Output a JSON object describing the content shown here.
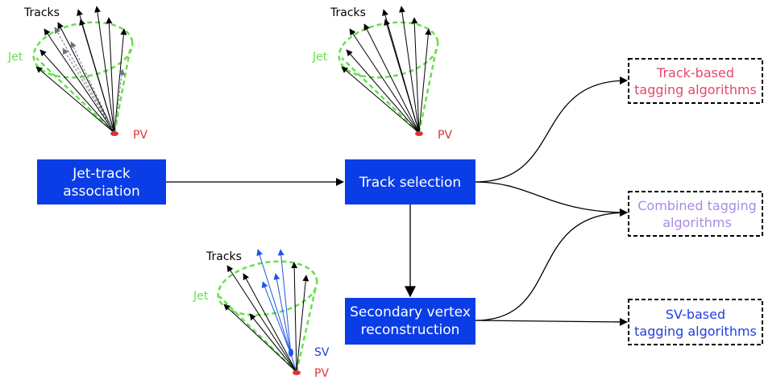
{
  "colors": {
    "box_fill": "#0a3de6",
    "jet_cone": "#66e04a",
    "pv": "#e0303a",
    "track_based": "#e8466a",
    "combined": "#a98be6",
    "sv_based": "#2040e0",
    "sv_track": "#1e54e8"
  },
  "jet_views": [
    {
      "tracks_label": "Tracks",
      "jet_label": "Jet",
      "pv_label": "PV"
    },
    {
      "tracks_label": "Tracks",
      "jet_label": "Jet",
      "pv_label": "PV"
    },
    {
      "tracks_label": "Tracks",
      "jet_label": "Jet",
      "sv_label": "SV",
      "pv_label": "PV"
    }
  ],
  "steps": {
    "jet_track": {
      "line1": "Jet-track",
      "line2": "association"
    },
    "track_selection": {
      "line1": "Track selection"
    },
    "sv_reco": {
      "line1": "Secondary vertex",
      "line2": "reconstruction"
    }
  },
  "outputs": {
    "track_based": {
      "line1": "Track-based",
      "line2": "tagging algorithms"
    },
    "combined": {
      "line1": "Combined tagging",
      "line2": "algorithms"
    },
    "sv_based": {
      "line1": "SV-based",
      "line2": "tagging algorithms"
    }
  }
}
